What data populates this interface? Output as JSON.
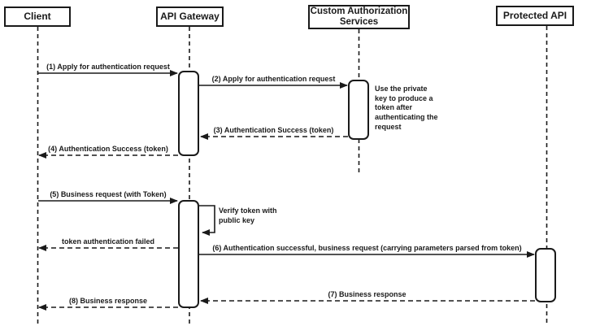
{
  "diagram": {
    "type": "sequence-diagram",
    "participants": [
      {
        "id": "client",
        "label": "Client"
      },
      {
        "id": "api-gateway",
        "label": "API Gateway"
      },
      {
        "id": "custom-auth",
        "label": "Custom Authorization Services"
      },
      {
        "id": "protected-api",
        "label": "Protected API"
      }
    ],
    "messages": [
      {
        "seq": "1",
        "label": "(1) Apply for authentication request",
        "from": "Client",
        "to": "API Gateway",
        "line": "solid"
      },
      {
        "seq": "2",
        "label": "(2) Apply for authentication request",
        "from": "API Gateway",
        "to": "Custom Authorization Services",
        "line": "solid"
      },
      {
        "seq": "3",
        "label": "(3) Authentication Success (token)",
        "from": "Custom Authorization Services",
        "to": "API Gateway",
        "line": "dashed"
      },
      {
        "seq": "4",
        "label": "(4) Authentication Success (token)",
        "from": "API Gateway",
        "to": "Client",
        "line": "dashed"
      },
      {
        "seq": "5",
        "label": "(5) Business request (with Token)",
        "from": "Client",
        "to": "API Gateway",
        "line": "solid"
      },
      {
        "seq": "",
        "label": "Verify token with public key",
        "from": "API Gateway",
        "to": "API Gateway",
        "line": "self-loop"
      },
      {
        "seq": "",
        "label": "token authentication failed",
        "from": "API Gateway",
        "to": "Client",
        "line": "dashed"
      },
      {
        "seq": "6",
        "label": "(6) Authentication successful, business request (carrying parameters parsed from token)",
        "from": "API Gateway",
        "to": "Protected API",
        "line": "solid"
      },
      {
        "seq": "7",
        "label": "(7) Business response",
        "from": "Protected API",
        "to": "API Gateway",
        "line": "dashed"
      },
      {
        "seq": "8",
        "label": "(8) Business response",
        "from": "API Gateway",
        "to": "Client",
        "line": "dashed"
      }
    ],
    "note": {
      "text": "Use the private key to produce a token after authenticating the request",
      "attached_to": "Custom Authorization Services"
    },
    "colors": {
      "line": "#1a1a1a",
      "background": "#ffffff"
    }
  }
}
